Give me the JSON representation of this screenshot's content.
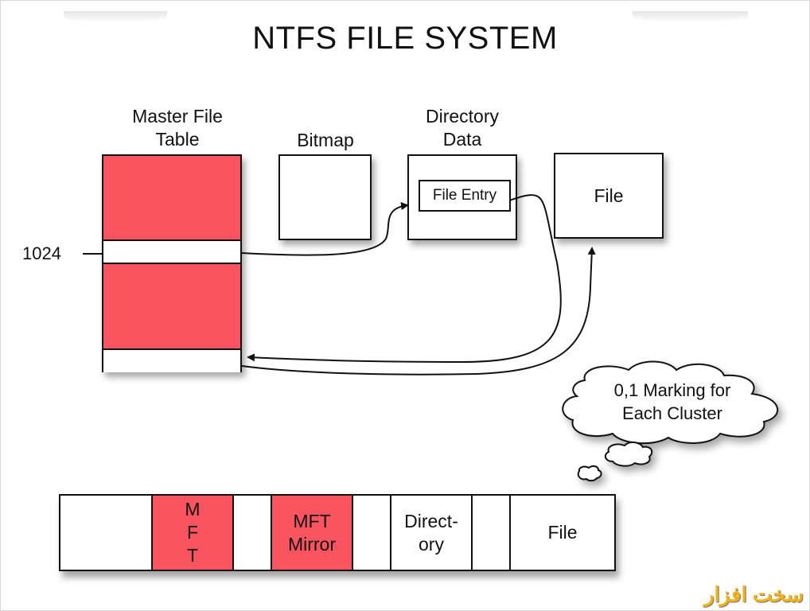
{
  "title": "NTFS FILE SYSTEM",
  "colors": {
    "mft_red": "#fb5461",
    "outline": "#111111",
    "logo": "#f2b318"
  },
  "top_blocks": {
    "mft": {
      "label": "Master File Table",
      "label_line1": "Master File",
      "label_line2": "Table",
      "record_marker": "1024"
    },
    "bitmap": {
      "label": "Bitmap"
    },
    "directory": {
      "label_line1": "Directory",
      "label_line2": "Data",
      "inner_entry": "File Entry"
    },
    "file": {
      "label": "File"
    }
  },
  "arrows": [
    {
      "from": "mft-record-1024",
      "to": "file-entry"
    },
    {
      "from": "file-entry",
      "to": "mft-record-bottom"
    },
    {
      "from": "mft-record-bottom",
      "to": "file-box"
    }
  ],
  "cloud": {
    "line1": "0,1 Marking for",
    "line2": "Each Cluster"
  },
  "disk_layout": {
    "cells": [
      {
        "label": "",
        "red": false
      },
      {
        "label": "M\nF\nT",
        "lines": [
          "M",
          "F",
          "T"
        ],
        "red": true
      },
      {
        "label": "",
        "red": false
      },
      {
        "label": "MFT Mirror",
        "lines": [
          "MFT",
          "Mirror"
        ],
        "red": true
      },
      {
        "label": "",
        "red": false
      },
      {
        "label": "Direct-ory",
        "lines": [
          "Direct-",
          "ory"
        ],
        "red": false
      },
      {
        "label": "",
        "red": false
      },
      {
        "label": "File",
        "lines": [
          "File"
        ],
        "red": false
      }
    ]
  },
  "watermark": "سخت افزار"
}
